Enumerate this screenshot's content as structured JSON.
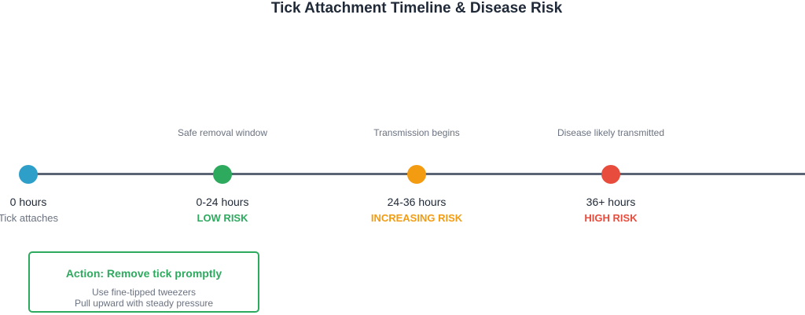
{
  "title": "Tick Attachment Timeline & Disease Risk",
  "milestones": [
    {
      "note": "",
      "time": "0 hours",
      "sub": "Tick attaches",
      "dot_color": "#2e9fc9",
      "sub_color": "#6b7280"
    },
    {
      "note": "Safe removal window",
      "time": "0-24 hours",
      "sub": "LOW RISK",
      "dot_color": "#2eaa5f",
      "sub_color": "#2eaa5f"
    },
    {
      "note": "Transmission begins",
      "time": "24-36 hours",
      "sub": "INCREASING RISK",
      "dot_color": "#f39c12",
      "sub_color": "#f39c12"
    },
    {
      "note": "Disease likely transmitted",
      "time": "36+ hours",
      "sub": "HIGH RISK",
      "dot_color": "#e74c3c",
      "sub_color": "#e74c3c"
    }
  ],
  "action": {
    "title": "Action: Remove tick promptly",
    "line1": "Use fine-tipped tweezers",
    "line2": "Pull upward with steady pressure",
    "color": "#2eaa5f"
  },
  "line_color": "#5b6474"
}
